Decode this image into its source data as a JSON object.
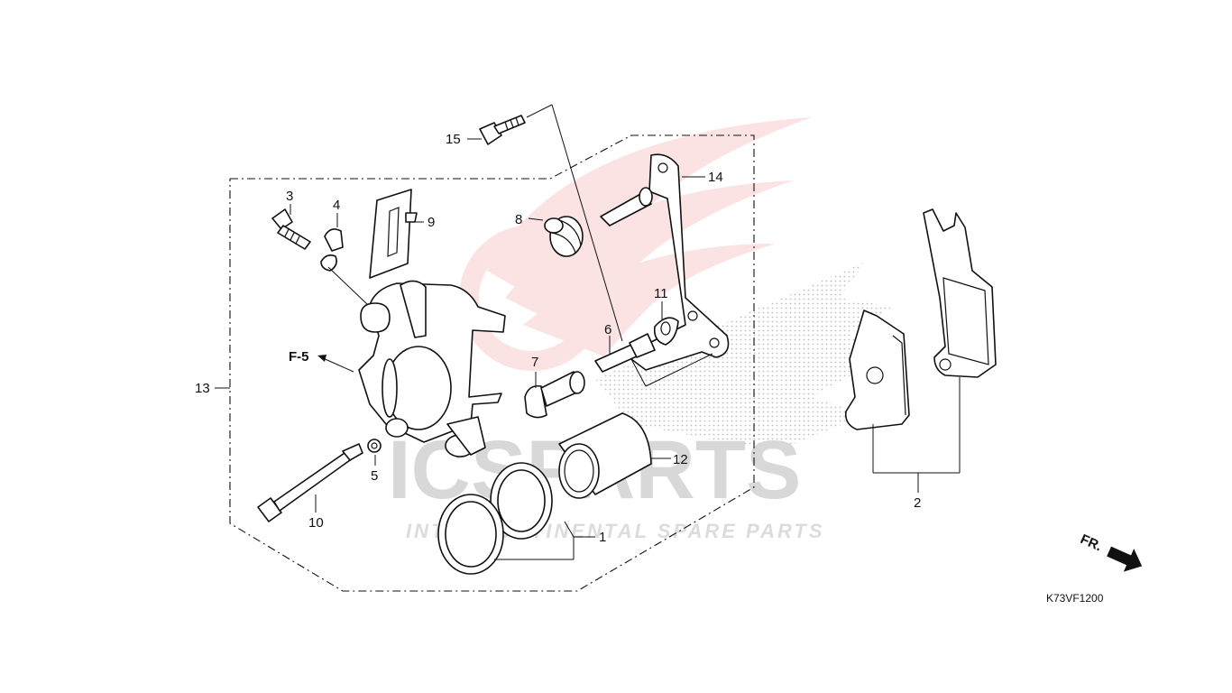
{
  "diagram": {
    "callouts": [
      {
        "id": "c1",
        "text": "1"
      },
      {
        "id": "c2",
        "text": "2"
      },
      {
        "id": "c3",
        "text": "3"
      },
      {
        "id": "c4",
        "text": "4"
      },
      {
        "id": "c5",
        "text": "5"
      },
      {
        "id": "c6",
        "text": "6"
      },
      {
        "id": "c7",
        "text": "7"
      },
      {
        "id": "c8",
        "text": "8"
      },
      {
        "id": "c9",
        "text": "9"
      },
      {
        "id": "c10",
        "text": "10"
      },
      {
        "id": "c11",
        "text": "11"
      },
      {
        "id": "c12",
        "text": "12"
      },
      {
        "id": "c13",
        "text": "13"
      },
      {
        "id": "c14",
        "text": "14"
      },
      {
        "id": "c15",
        "text": "15"
      }
    ],
    "reference_label": "F-5",
    "direction_label": "FR.",
    "diagram_code": "K73VF1200"
  },
  "watermark": {
    "brand": "ICSPARTS",
    "tagline": "INTERCONTINENTAL SPARE PARTS",
    "logo_color": "#e6262e"
  }
}
